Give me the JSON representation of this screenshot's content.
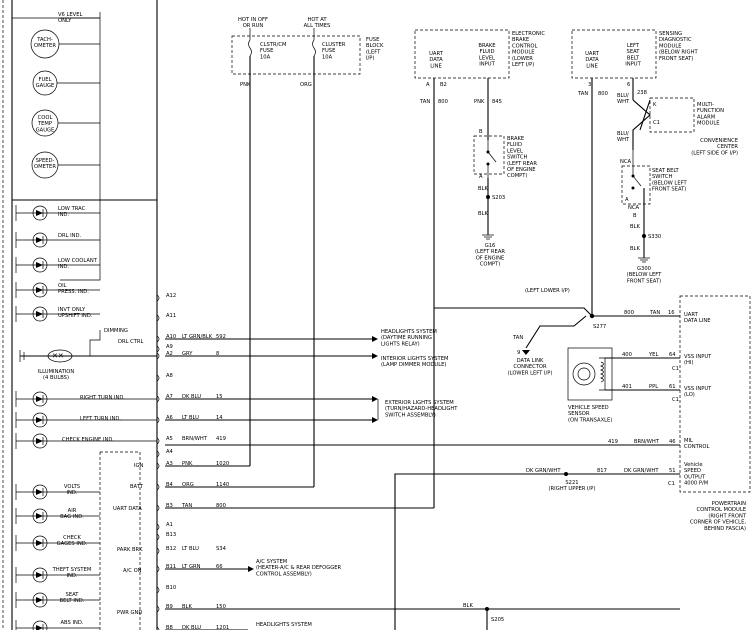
{
  "gauges": [
    {
      "label": "TACH-\nOMETER",
      "note": "V6 LEVEL\nONLY"
    },
    {
      "label": "FUEL\nGAUGE"
    },
    {
      "label": "COOL\nTEMP\nGAUGE"
    },
    {
      "label": "SPEED-\nOMETER"
    }
  ],
  "indicators": [
    {
      "label": "LOW TRAC\nIND."
    },
    {
      "label": "DRL IND."
    },
    {
      "label": "LOW COOLANT\nIND."
    },
    {
      "label": "OIL\nPRESS. IND."
    },
    {
      "label": "INVT ONLY\nUPSHIFT IND."
    }
  ],
  "illumination": {
    "label": "ILLUMINATION\n(4 BULBS)"
  },
  "turn": [
    {
      "label": "RIGHT TURN IND."
    },
    {
      "label": "LEFT TURN IND."
    }
  ],
  "check_engine": {
    "label": "CHECK ENGINE IND."
  },
  "lower_inds": [
    {
      "label": "VOLTS\nIND."
    },
    {
      "label": "AIR\nBAG IND."
    },
    {
      "label": "CHECK\nGAGES IND."
    },
    {
      "label": "THEFT SYSTEM\nIND."
    },
    {
      "label": "SEAT\nBELT IND."
    },
    {
      "label": "ABS IND."
    }
  ],
  "cluster_inner": {
    "dimming": "DIMMING",
    "drl_ctrl": "DRL CTRL",
    "ign": "IGN",
    "batt": "BATT",
    "uart": "UART DATA",
    "park_brk": "PARK BRK",
    "ac_on": "A/C ON",
    "pwr_gnd": "PWR GND"
  },
  "pins": [
    {
      "pin": "A12"
    },
    {
      "pin": "A11"
    },
    {
      "pin": "A10",
      "wire": "LT GRN/BLK",
      "num": "592"
    },
    {
      "pin": "A9"
    },
    {
      "pin": "A2",
      "wire": "GRY",
      "num": "8"
    },
    {
      "pin": "A8"
    },
    {
      "pin": "A7",
      "wire": "DK BLU",
      "num": "15"
    },
    {
      "pin": "A6",
      "wire": "LT BLU",
      "num": "14"
    },
    {
      "pin": "A5",
      "wire": "BRN/WHT",
      "num": "419"
    },
    {
      "pin": "A4"
    },
    {
      "pin": "A3",
      "wire": "PNK",
      "num": "1020"
    },
    {
      "pin": "B4",
      "wire": "ORG",
      "num": "1140"
    },
    {
      "pin": "B3",
      "wire": "TAN",
      "num": "800"
    },
    {
      "pin": "A1"
    },
    {
      "pin": "B13"
    },
    {
      "pin": "B12",
      "wire": "LT BLU",
      "num": "S34"
    },
    {
      "pin": "B11",
      "wire": "LT GRN",
      "num": "66"
    },
    {
      "pin": "B10"
    },
    {
      "pin": "B9",
      "wire": "BLK",
      "num": "150"
    },
    {
      "pin": "B8",
      "wire": "DK BLU",
      "num": "1201"
    }
  ],
  "fuse_block": {
    "hot1": "HOT IN OFF\nOR RUN",
    "hot2": "HOT AT\nALL TIMES",
    "fuse1": "CLSTR/CM\nFUSE\n10A",
    "fuse2": "CLUSTER\nFUSE\n10A",
    "title": "FUSE\nBLOCK\n(LEFT\nI/P)",
    "w1": "PNK",
    "w2": "ORG"
  },
  "ebcm": {
    "title": "ELECTRONIC\nBRAKE\nCONTROL\nMODULE\n(LOWER\nLEFT I/P)",
    "uart": "UART\nDATA\nLINE",
    "bf": "BRAKE\nFLUID\nLEVEL\nINPUT",
    "pinA": "A",
    "pinB": "B2",
    "w1": "TAN",
    "n1": "800",
    "w2": "PNK",
    "n2": "845"
  },
  "bfls": {
    "label": "BRAKE\nFLUID\nLEVEL\nSWITCH\n(LEFT REAR\nOF ENGINE\nCOMPT)",
    "pinB": "B",
    "pinA": "A",
    "wire": "BLK",
    "splice": "S203",
    "gnd": "G16\n(LEFT REAR\nOF ENGINE\nCOMPT)"
  },
  "sdm": {
    "title": "SENSING\nDIAGNOSTIC\nMODULE\n(BELOW RIGHT\nFRONT SEAT)",
    "uart": "UART\nDATA\nLINE",
    "belt": "LEFT\nSEAT\nBELT\nINPUT",
    "pin1": "3",
    "pin2": "6",
    "w1": "TAN",
    "n1": "800",
    "w2": "BLU/\nWHT",
    "n2": "238"
  },
  "mfa": {
    "label": "MULTI-\nFUNCTION\nALARM\nMODULE",
    "k": "K",
    "c": "C1",
    "center": "CONVENIENCE\nCENTER\n(LEFT SIDE OF I/P)"
  },
  "seatbelt": {
    "wire": "BLU/\nWHT",
    "nca": "NCA",
    "label": "SEAT BELT\nSWITCH\n(BELOW LEFT\nFRONT SEAT)",
    "a": "A",
    "nca2": "NCA",
    "b": "B",
    "blk": "BLK",
    "s330": "S330",
    "blk2": "BLK",
    "gnd": "G300\n(BELOW LEFT\nFRONT SEAT)"
  },
  "right_side": {
    "left_lower": "(LEFT LOWER I/P)",
    "s277": "S277",
    "w800": "800",
    "tan": "TAN",
    "pin1": "16",
    "dlc_tan": "TAN",
    "dlc_pin": "9",
    "dlc": "DATA LINK\nCONNECTOR\n(LOWER LEFT I/P)",
    "vss_label": "VEHICLE SPEED\nSENSOR\n(ON TRANSAXLE)",
    "n400": "400",
    "yel": "YEL",
    "p64": "64",
    "n401": "401",
    "ppl": "PPL",
    "p61": "61",
    "n419": "419",
    "brnwht": "BRN/WHT",
    "p46": "46",
    "dkgrn": "DK GRN/WHT",
    "n817": "817",
    "dkgrn2": "DK GRN/WHT",
    "p51": "51",
    "s221": "S221\n(RIGHT UPPER I/P)",
    "blk": "BLK",
    "s205": "S205"
  },
  "pcm": {
    "uart": "UART\nDATA LINE",
    "vss_hi": "VSS INPUT\n(HI)",
    "vss_lo": "VSS INPUT\n(LO)",
    "mil": "MIL\nCONTROL",
    "vso": "Vehicle\nSPEED\nOUTPUT\n4000 P/M",
    "c1": "C1",
    "c1b": "C1",
    "c1c": "C1",
    "title": "POWERTRAIN\nCONTROL MODULE\n(RIGHT FRONT\nCORNER OF VEHICLE,\nBEHIND FASCIA)"
  },
  "outputs": [
    {
      "label": "HEADLIGHTS SYSTEM\n(DAYTIME RUNNING\nLIGHTS RELAY)"
    },
    {
      "label": "INTERIOR LIGHTS SYSTEM\n(LAMP DIMMER MODULE)"
    },
    {
      "label": "EXTERIOR LIGHTS SYSTEM\n(TURN/HAZARD-HEADLIGHT\nSWITCH ASSEMBLY)"
    },
    {
      "label": "A/C SYSTEM\n(HEATER-A/C & REAR DEFOGGER\nCONTROL ASSEMBLY)"
    },
    {
      "label": "HEADLIGHTS SYSTEM"
    }
  ]
}
